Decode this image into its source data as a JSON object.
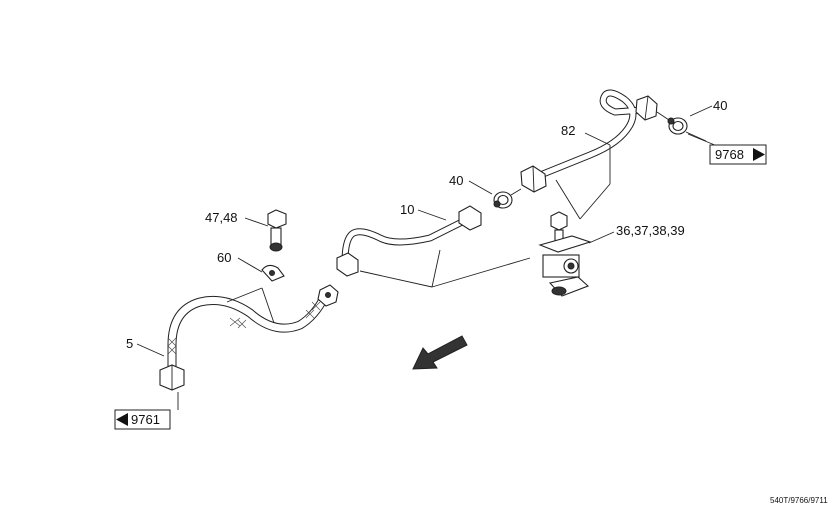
{
  "callouts": {
    "pipe_82": "82",
    "washer_40_right": "40",
    "washer_40_mid": "40",
    "pipe_10": "10",
    "bolt_47_48": "47,48",
    "clip_60": "60",
    "clamp_36_39": "36,37,38,39",
    "hose_5": "5"
  },
  "page_refs": {
    "next": "9768",
    "previous": "9761"
  },
  "figure_id": "540T/9766/9711"
}
